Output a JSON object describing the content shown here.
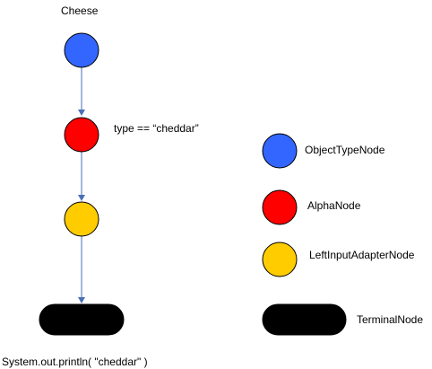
{
  "diagram": {
    "root_label": "Cheese",
    "alpha_condition": "type == “cheddar”",
    "consequence": "System.out.println( \"cheddar\" )",
    "edge_color": "#4a6fb5"
  },
  "legend": [
    {
      "label": "ObjectTypeNode",
      "color": "#3366ff"
    },
    {
      "label": "AlphaNode",
      "color": "#ff0000"
    },
    {
      "label": "LeftInputAdapterNode",
      "color": "#ffcc00"
    },
    {
      "label": "TerminalNode",
      "color": "#000000"
    }
  ],
  "nodes": {
    "object_type": {
      "color": "#3366ff"
    },
    "alpha": {
      "color": "#ff0000"
    },
    "left_input_adapter": {
      "color": "#ffcc00"
    },
    "terminal": {
      "color": "#000000"
    }
  }
}
